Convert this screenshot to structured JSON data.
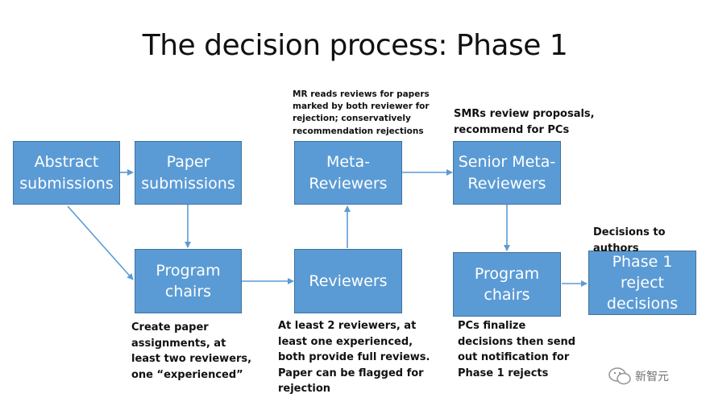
{
  "title": "The decision process: Phase 1",
  "colors": {
    "box_fill": "#5b9bd5",
    "box_border": "#41719c",
    "arrow": "#5b9bd5",
    "text": "#111111"
  },
  "nodes": {
    "abstract": "Abstract\nsubmissions",
    "paper": "Paper\nsubmissions",
    "meta": "Meta-\nReviewers",
    "senior_meta": "Senior Meta-\nReviewers",
    "pc_left": "Program\nchairs",
    "reviewers": "Reviewers",
    "pc_right": "Program\nchairs",
    "phase1": "Phase 1\nreject\ndecisions"
  },
  "notes": {
    "meta": "MR reads reviews for papers\nmarked by both reviewer for\nrejection; conservatively\nrecommendation rejections",
    "senior": "SMRs review proposals,\nrecommend for PCs",
    "decisions": "Decisions to authors",
    "pc_left": "Create paper\nassignments, at\nleast two reviewers,\none “experienced”",
    "reviewers": "At least 2 reviewers, at\nleast one experienced,\nboth provide full reviews.\nPaper can be flagged for\nrejection",
    "pc_right": "PCs finalize\ndecisions then send\nout notification for\nPhase 1 rejects"
  },
  "watermark": {
    "text": "新智元",
    "icon": "wechat-icon"
  }
}
